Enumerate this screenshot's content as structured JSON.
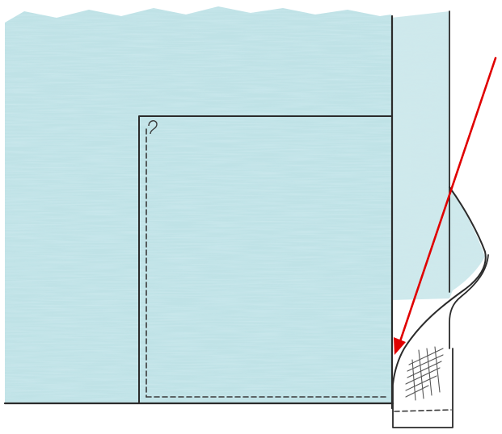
{
  "image": {
    "kind": "hand-drawn sewing illustration",
    "labels": []
  },
  "colors": {
    "fabric": "#bfe2e6",
    "fabric_shadow": "#9fd0d8",
    "fabric_highlight": "#d8eef0",
    "ink": "#2b2b2b",
    "hatch": "#555555",
    "arrow": "#e00000",
    "paper": "#ffffff"
  },
  "elements": {
    "arrow": {
      "points_to": "fold-edge",
      "color_key": "arrow"
    }
  }
}
